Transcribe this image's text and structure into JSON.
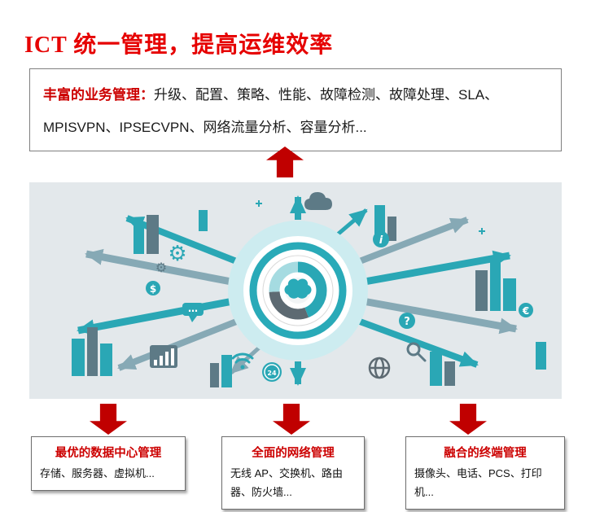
{
  "slide": {
    "title": "ICT 统一管理，提高运维效率"
  },
  "business_box": {
    "label": "丰富的业务管理：",
    "content": "升级、配置、策略、性能、故障检测、故障处理、SLA、MPISVPN、IPSECVPN、网络流量分析、容量分析..."
  },
  "bottom_boxes": [
    {
      "title": "最优的数据中心管理",
      "body": "存储、服务器、虚拟机..."
    },
    {
      "title": "全面的网络管理",
      "body": "无线 AP、交换机、路由器、防火墙..."
    },
    {
      "title": "融合的终端管理",
      "body": "摄像头、电话、PCS、打印机..."
    }
  ],
  "illustration": {
    "description": "central ICT hub with radiating arrows, buildings and technology icons",
    "icon_glyphs": {
      "gear": "⚙",
      "gear_small": "⚙",
      "info": "i",
      "question": "?",
      "dollar": "$",
      "euro": "€",
      "clock": "24",
      "chat_dots": "…"
    }
  },
  "colors": {
    "title_red": "#e60000",
    "accent_red": "#c00000",
    "label_red": "#cc0000",
    "teal": "#2aa7b5",
    "dark_slate": "#5d7a86",
    "illustration_bg": "#e3e8eb"
  }
}
